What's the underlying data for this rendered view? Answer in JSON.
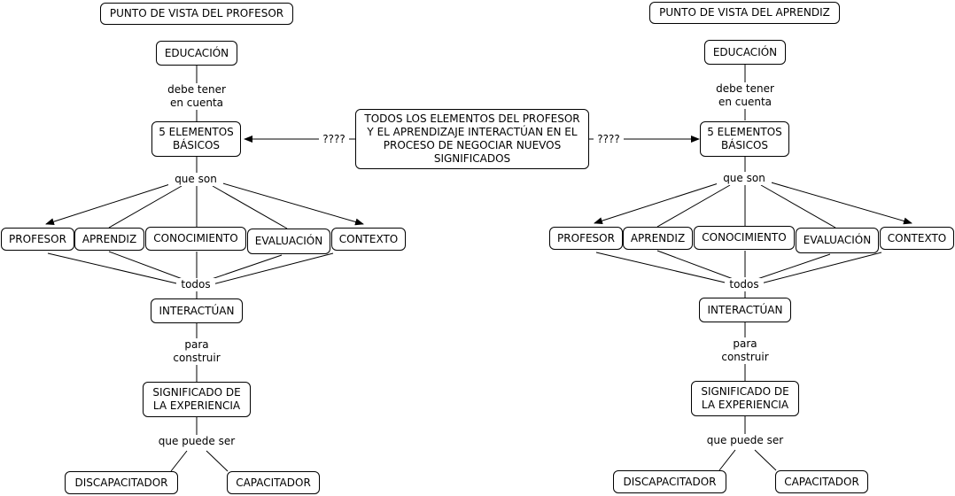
{
  "colors": {
    "line": "#000000",
    "box_border": "#000000",
    "background": "#ffffff"
  },
  "center": {
    "text": "TODOS LOS ELEMENTOS DEL PROFESOR\nY EL APRENDIZAJE INTERACTÚAN EN EL\nPROCESO DE NEGOCIAR NUEVOS\nSIGNIFICADOS",
    "link_left": "????",
    "link_right": "????"
  },
  "left": {
    "title": "PUNTO DE VISTA DEL PROFESOR",
    "educacion": "EDUCACIÓN",
    "debe_tener": "debe tener\nen cuenta",
    "elementos": "5 ELEMENTOS\nBÁSICOS",
    "que_son": "que son",
    "profesor": "PROFESOR",
    "aprendiz": "APRENDIZ",
    "conocimiento": "CONOCIMIENTO",
    "evaluacion": "EVALUACIÓN",
    "contexto": "CONTEXTO",
    "todos": "todos",
    "interactuan": "INTERACTÚAN",
    "para_construir": "para\nconstruir",
    "significado": "SIGNIFICADO DE\nLA EXPERIENCIA",
    "que_puede_ser": "que puede ser",
    "discapacitador": "DISCAPACITADOR",
    "capacitador": "CAPACITADOR"
  },
  "right": {
    "title": "PUNTO DE VISTA DEL APRENDIZ",
    "educacion": "EDUCACIÓN",
    "debe_tener": "debe tener\nen cuenta",
    "elementos": "5 ELEMENTOS\nBÁSICOS",
    "que_son": "que son",
    "profesor": "PROFESOR",
    "aprendiz": "APRENDIZ",
    "conocimiento": "CONOCIMIENTO",
    "evaluacion": "EVALUACIÓN",
    "contexto": "CONTEXTO",
    "todos": "todos",
    "interactuan": "INTERACTÚAN",
    "para_construir": "para\nconstruir",
    "significado": "SIGNIFICADO DE\nLA EXPERIENCIA",
    "que_puede_ser": "que puede ser",
    "discapacitador": "DISCAPACITADOR",
    "capacitador": "CAPACITADOR"
  }
}
